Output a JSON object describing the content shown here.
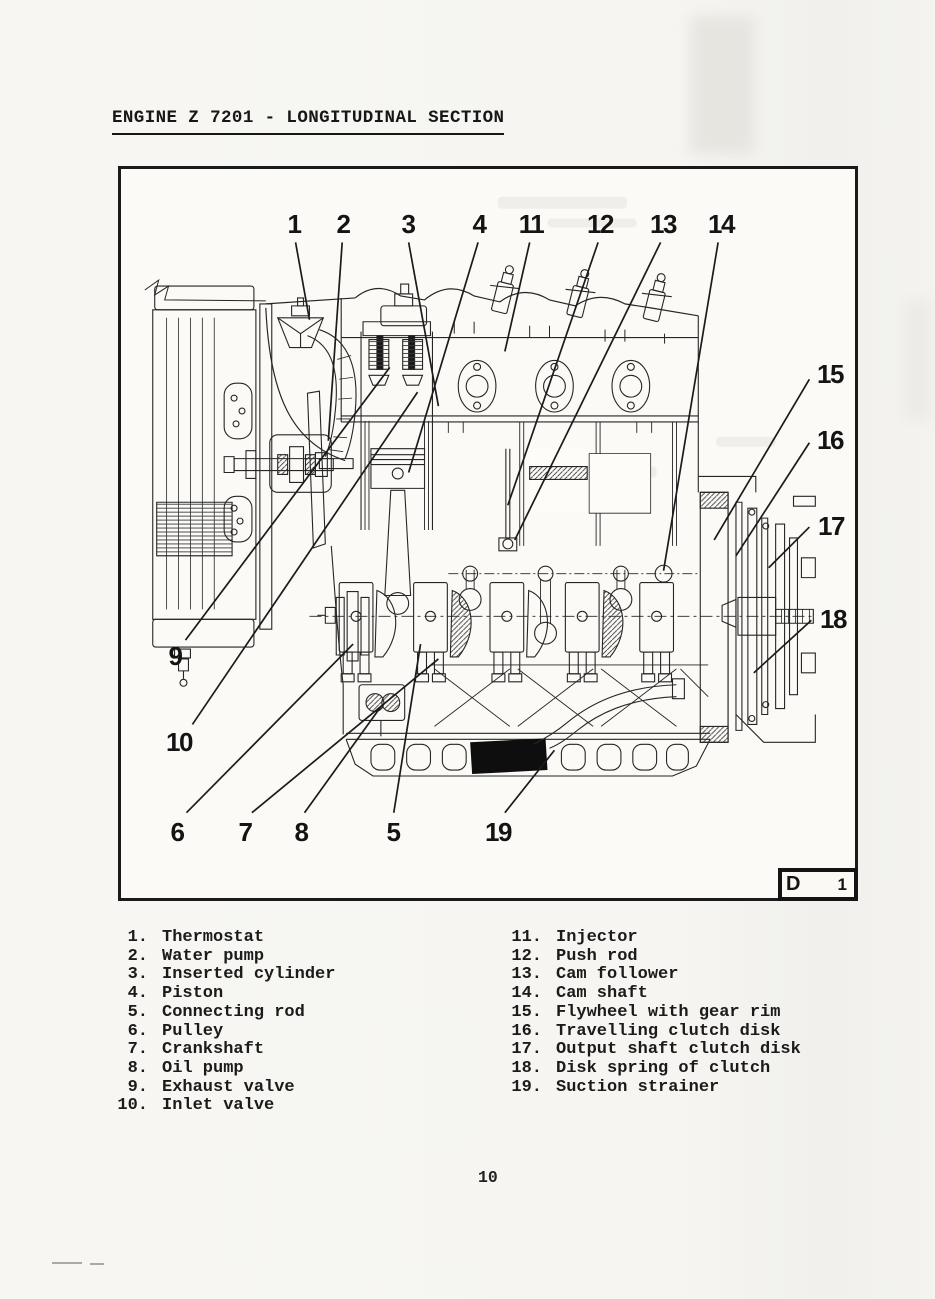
{
  "header": {
    "title": "ENGINE Z 7201 - LONGITUDINAL SECTION"
  },
  "figure": {
    "callouts": [
      "1",
      "2",
      "3",
      "4",
      "11",
      "12",
      "13",
      "14",
      "15",
      "16",
      "17",
      "18",
      "9",
      "10",
      "6",
      "7",
      "8",
      "5",
      "19"
    ],
    "plate": {
      "letter": "D",
      "number": "1"
    }
  },
  "legend": {
    "left": [
      {
        "num": "1.",
        "label": "Thermostat"
      },
      {
        "num": "2.",
        "label": "Water pump"
      },
      {
        "num": "3.",
        "label": "Inserted cylinder"
      },
      {
        "num": "4.",
        "label": "Piston"
      },
      {
        "num": "5.",
        "label": "Connecting rod"
      },
      {
        "num": "6.",
        "label": "Pulley"
      },
      {
        "num": "7.",
        "label": "Crankshaft"
      },
      {
        "num": "8.",
        "label": "Oil pump"
      },
      {
        "num": "9.",
        "label": "Exhaust valve"
      },
      {
        "num": "10.",
        "label": "Inlet valve"
      }
    ],
    "right": [
      {
        "num": "11.",
        "label": "Injector"
      },
      {
        "num": "12.",
        "label": "Push rod"
      },
      {
        "num": "13.",
        "label": "Cam follower"
      },
      {
        "num": "14.",
        "label": "Cam shaft"
      },
      {
        "num": "15.",
        "label": "Flywheel with gear rim"
      },
      {
        "num": "16.",
        "label": "Travelling clutch disk"
      },
      {
        "num": "17.",
        "label": "Output shaft clutch disk"
      },
      {
        "num": "18.",
        "label": "Disk spring of clutch"
      },
      {
        "num": "19.",
        "label": "Suction strainer"
      }
    ]
  },
  "footer": {
    "page_number": "10"
  }
}
